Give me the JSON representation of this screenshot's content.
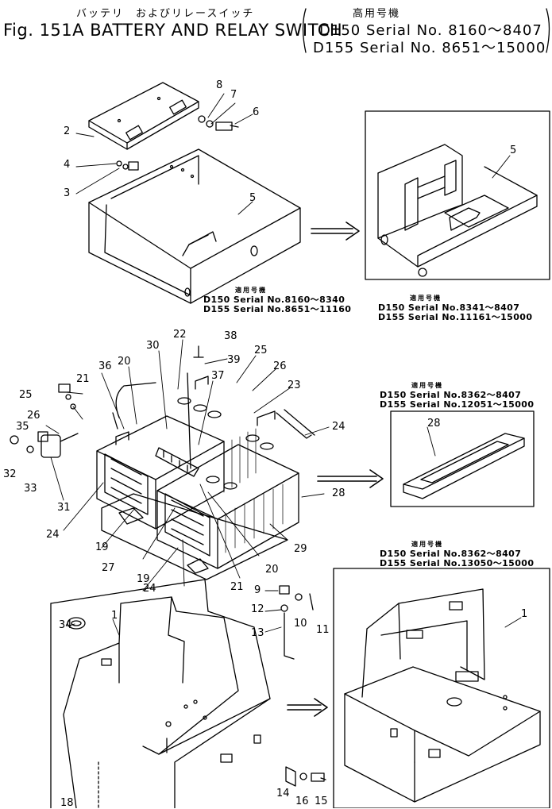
{
  "header": {
    "jp_caption": "バッテリ　およびリレースイッチ",
    "jp_model": "高用号機",
    "title": "Fig. 151A BATTERY AND RELAY SWITCH",
    "serial_1": "D150 Serial No. 8160～8407",
    "serial_2": "D155 Serial No. 8651～15000"
  },
  "notes": {
    "n1_jp": "適用号機",
    "n1_l1": "D150 Serial  No.8160～8340",
    "n1_l2": "D155 Serial  No.8651～11160",
    "n2_jp": "適用号機",
    "n2_l1": "D150 Serial  No.8341～8407",
    "n2_l2": "D155 Serial  No.11161～15000",
    "n3_jp": "適用号機",
    "n3_l1": "D150 Serial  No.8362～8407",
    "n3_l2": "D155 Serial  No.12051～15000",
    "n4_jp": "適用号機",
    "n4_l1": "D150 Serial  No.8362～8407",
    "n4_l2": "D155 Serial  No.13050～15000"
  },
  "parts": {
    "p1a": "1",
    "p1b": "1",
    "p2": "2",
    "p3": "3",
    "p4": "4",
    "p5a": "5",
    "p5b": "5",
    "p6": "6",
    "p7": "7",
    "p8": "8",
    "p9": "9",
    "p10": "10",
    "p11": "11",
    "p12": "12",
    "p13": "13",
    "p14": "14",
    "p15": "15",
    "p16": "16",
    "p18": "18",
    "p19a": "19",
    "p19b": "19",
    "p20a": "20",
    "p20b": "20",
    "p21a": "21",
    "p21b": "21",
    "p22": "22",
    "p23": "23",
    "p24a": "24",
    "p24b": "24",
    "p24c": "24",
    "p25a": "25",
    "p25b": "25",
    "p26a": "26",
    "p26b": "26",
    "p27": "27",
    "p28a": "28",
    "p28b": "28",
    "p29": "29",
    "p30": "30",
    "p31": "31",
    "p32": "32",
    "p33": "33",
    "p34": "34",
    "p35": "35",
    "p36": "36",
    "p37": "37",
    "p38": "38",
    "p39": "39"
  }
}
